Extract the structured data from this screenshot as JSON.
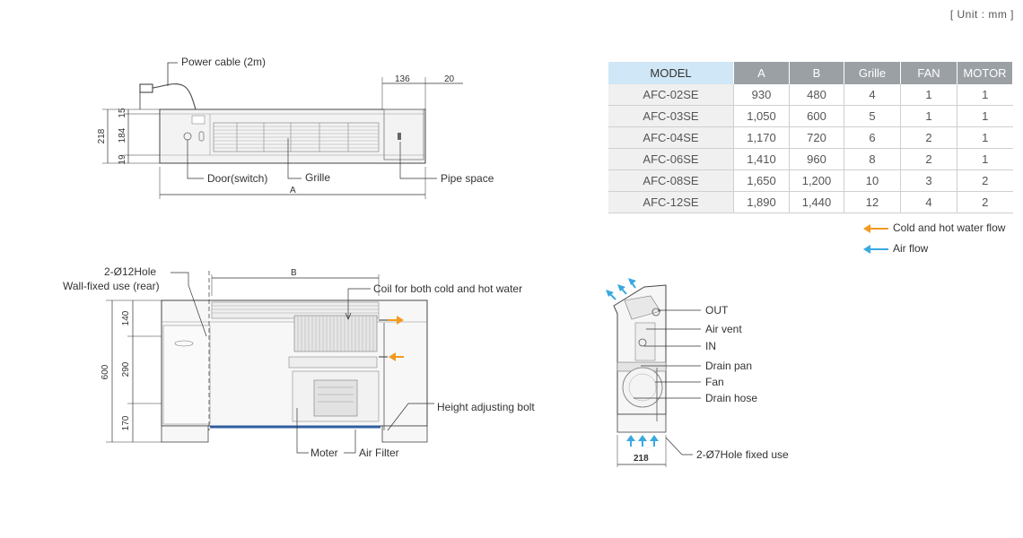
{
  "unit_note": "[ Unit : mm ]",
  "colors": {
    "water_flow": "#f39a1f",
    "air_flow": "#39a9df",
    "table_header": "#9ba0a5",
    "model_header": "#cfe7f6",
    "filter": "#2f5c9e"
  },
  "front_view": {
    "power_cable": "Power cable (2m)",
    "door_switch": "Door(switch)",
    "grille": "Grille",
    "pipe_space": "Pipe space",
    "dim_a": "A",
    "dim_136": "136",
    "dim_20": "20",
    "dim_218": "218",
    "dim_15": "15",
    "dim_184": "184",
    "dim_19": "19"
  },
  "inner_view": {
    "hole": "2-Ø12Hole",
    "wall_fixed": "Wall-fixed use (rear)",
    "coil": "Coil for both cold and hot water",
    "height_bolt": "Height adjusting bolt",
    "moter": "Moter",
    "air_filter": "Air Filter",
    "dim_b": "B",
    "dim_600": "600",
    "dim_140": "140",
    "dim_290": "290",
    "dim_170": "170"
  },
  "side_view": {
    "out": "OUT",
    "air_vent": "Air vent",
    "in": "IN",
    "drain_pan": "Drain pan",
    "fan": "Fan",
    "drain_hose": "Drain hose",
    "hole": "2-Ø7Hole fixed use",
    "dim_218": "218"
  },
  "table": {
    "headers": [
      "MODEL",
      "A",
      "B",
      "Grille",
      "FAN",
      "MOTOR"
    ],
    "rows": [
      [
        "AFC-02SE",
        "930",
        "480",
        "4",
        "1",
        "1"
      ],
      [
        "AFC-03SE",
        "1,050",
        "600",
        "5",
        "1",
        "1"
      ],
      [
        "AFC-04SE",
        "1,170",
        "720",
        "6",
        "2",
        "1"
      ],
      [
        "AFC-06SE",
        "1,410",
        "960",
        "8",
        "2",
        "1"
      ],
      [
        "AFC-08SE",
        "1,650",
        "1,200",
        "10",
        "3",
        "2"
      ],
      [
        "AFC-12SE",
        "1,890",
        "1,440",
        "12",
        "4",
        "2"
      ]
    ]
  },
  "legend": {
    "water_flow": "Cold and hot water flow",
    "air_flow": "Air flow"
  }
}
